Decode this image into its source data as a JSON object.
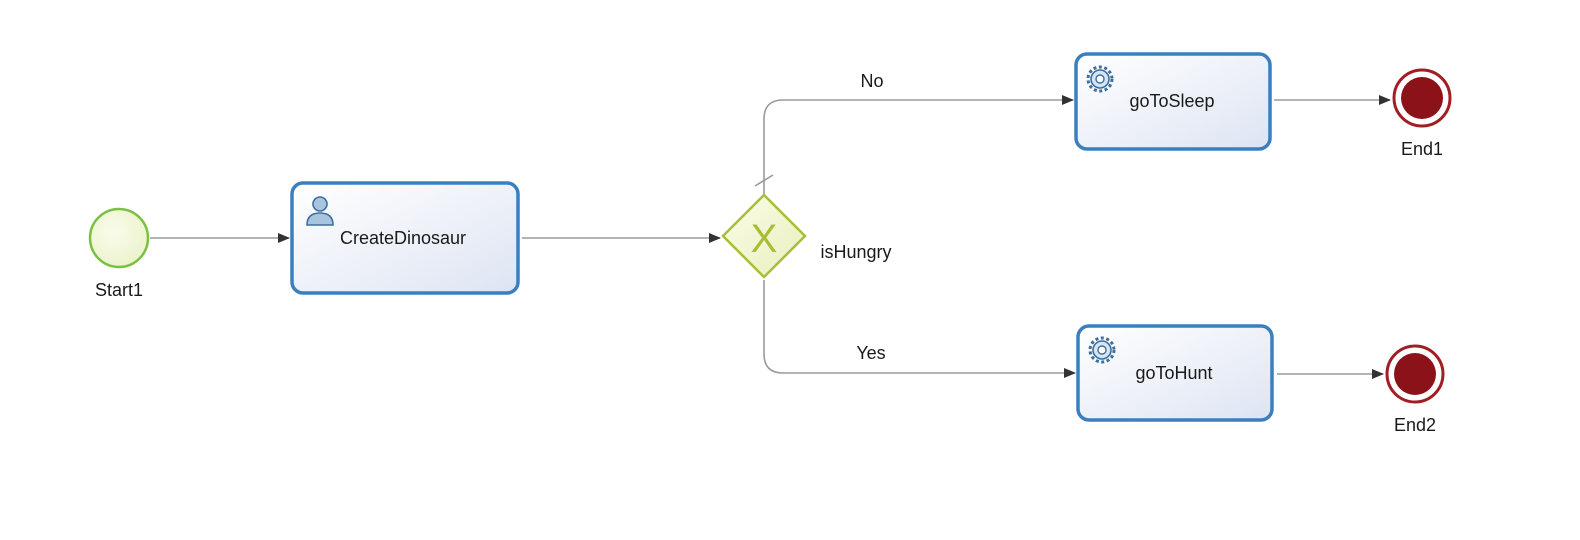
{
  "diagram": {
    "type": "bpmn-process",
    "colors": {
      "task_stroke": "#3c7fbf",
      "task_fill_light": "#ffffff",
      "task_fill_dark": "#dde4f2",
      "start_stroke": "#7ac142",
      "start_fill": "#f2f7d9",
      "end_stroke": "#a31d24",
      "end_fill": "#8c1219",
      "gateway_stroke": "#a8bf35",
      "gateway_fill": "#f3f6d2",
      "flow": "#9a9a9a"
    },
    "start_event": {
      "label": "Start1"
    },
    "user_task": {
      "label": "CreateDinosaur",
      "icon": "user-icon"
    },
    "gateway": {
      "label": "isHungry",
      "kind": "exclusive",
      "marker": "X"
    },
    "service_task_sleep": {
      "label": "goToSleep",
      "icon": "gear-icon"
    },
    "service_task_hunt": {
      "label": "goToHunt",
      "icon": "gear-icon"
    },
    "end_event_1": {
      "label": "End1"
    },
    "end_event_2": {
      "label": "End2"
    },
    "flows": {
      "no_label": "No",
      "yes_label": "Yes"
    }
  }
}
